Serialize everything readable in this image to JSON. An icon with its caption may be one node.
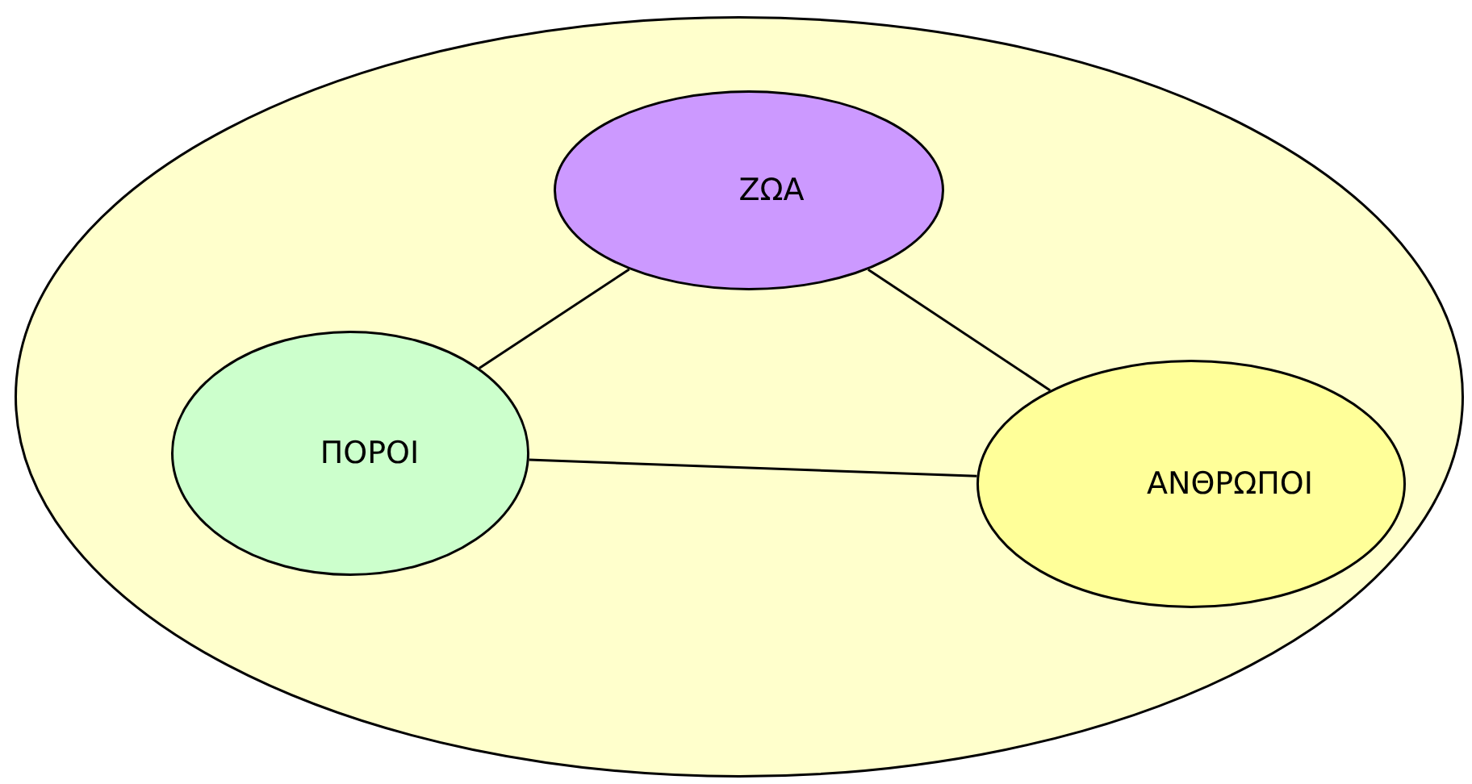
{
  "diagram": {
    "nodes": [
      {
        "text": [],
        "shape": "ellipse"
      },
      {
        "text": [
          "ΖΩΑ"
        ],
        "in": 0
      },
      {
        "text": [
          "ΠΟΡΟΙ"
        ],
        "in": 0
      },
      {
        "text": [
          "ΑΝΘΡΩΠΟΙ"
        ],
        "in": 0
      }
    ],
    "edges": [
      {
        "from": 1,
        "to": 2,
        "arrow": "none"
      },
      {
        "from": 1,
        "to": 3,
        "arrow": "none"
      },
      {
        "from": 2,
        "to": 3,
        "arrow": "none"
      }
    ]
  }
}
